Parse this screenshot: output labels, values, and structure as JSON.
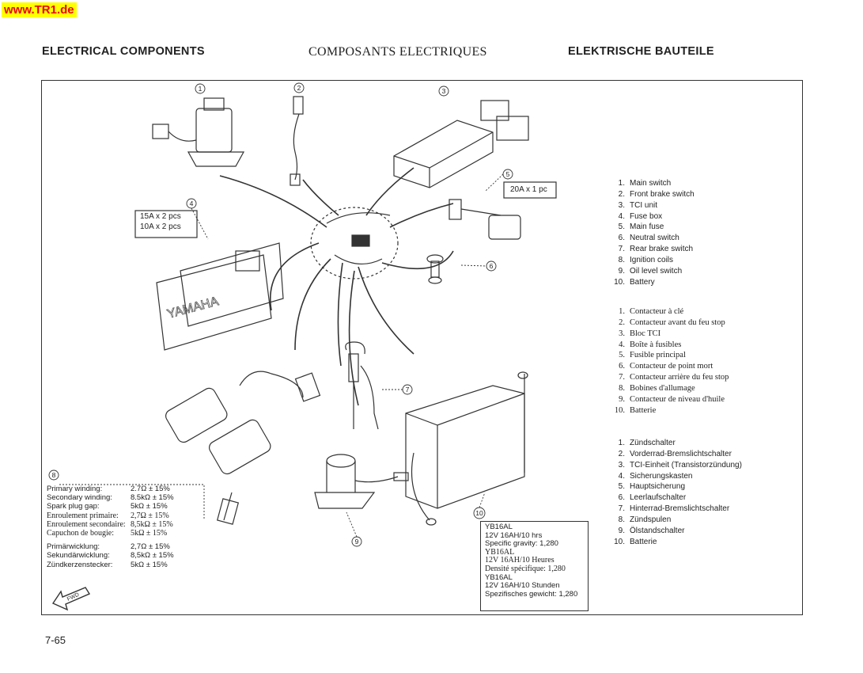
{
  "watermark": "www.TR1.de",
  "header": {
    "en": "ELECTRICAL COMPONENTS",
    "fr": "COMPOSANTS ELECTRIQUES",
    "de": "ELEKTRISCHE BAUTEILE"
  },
  "page_number": "7-65",
  "fuse_box_label": [
    "15A x 2 pcs",
    "10A x 2 pcs"
  ],
  "main_fuse_label": "20A x 1 pc",
  "fwd_label": "FWD",
  "callouts": [
    "1",
    "2",
    "3",
    "4",
    "5",
    "6",
    "7",
    "8",
    "9",
    "10"
  ],
  "legend_en": [
    {
      "n": "1.",
      "t": "Main switch"
    },
    {
      "n": "2.",
      "t": "Front brake switch"
    },
    {
      "n": "3.",
      "t": "TCI unit"
    },
    {
      "n": "4.",
      "t": "Fuse box"
    },
    {
      "n": "5.",
      "t": "Main fuse"
    },
    {
      "n": "6.",
      "t": "Neutral switch"
    },
    {
      "n": "7.",
      "t": "Rear brake switch"
    },
    {
      "n": "8.",
      "t": "Ignition coils"
    },
    {
      "n": "9.",
      "t": "Oil level switch"
    },
    {
      "n": "10.",
      "t": "Battery"
    }
  ],
  "legend_fr": [
    {
      "n": "1.",
      "t": "Contacteur à clé"
    },
    {
      "n": "2.",
      "t": "Contacteur avant du feu stop"
    },
    {
      "n": "3.",
      "t": "Bloc TCI"
    },
    {
      "n": "4.",
      "t": "Boîte à fusibles"
    },
    {
      "n": "5.",
      "t": "Fusible principal"
    },
    {
      "n": "6.",
      "t": "Contacteur de point mort"
    },
    {
      "n": "7.",
      "t": "Contacteur arrière du feu stop"
    },
    {
      "n": "8.",
      "t": "Bobines d'allumage"
    },
    {
      "n": "9.",
      "t": "Contacteur de niveau d'huile"
    },
    {
      "n": "10.",
      "t": "Batterie"
    }
  ],
  "legend_de": [
    {
      "n": "1.",
      "t": "Zündschalter"
    },
    {
      "n": "2.",
      "t": "Vorderrad-Bremslichtschalter"
    },
    {
      "n": "3.",
      "t": "TCI-Einheit (Transistorzündung)"
    },
    {
      "n": "4.",
      "t": "Sicherungskasten"
    },
    {
      "n": "5.",
      "t": "Hauptsicherung"
    },
    {
      "n": "6.",
      "t": "Leerlaufschalter"
    },
    {
      "n": "7.",
      "t": "Hinterrad-Bremslichtschalter"
    },
    {
      "n": "8.",
      "t": "Zündspulen"
    },
    {
      "n": "9.",
      "t": "Ölstandschalter"
    },
    {
      "n": "10.",
      "t": "Batterie"
    }
  ],
  "coil_spec": {
    "en": [
      {
        "k": "Primary winding:",
        "v": "2.7Ω ± 15%"
      },
      {
        "k": "Secondary winding:",
        "v": "8.5kΩ ± 15%"
      },
      {
        "k": "Spark plug gap:",
        "v": "5kΩ ± 15%"
      }
    ],
    "fr": [
      {
        "k": "Enroulement primaire:",
        "v": "2,7Ω ± 15%"
      },
      {
        "k": "Enroulement secondaire:",
        "v": "8,5kΩ ± 15%"
      },
      {
        "k": "Capuchon de bougie:",
        "v": "5kΩ ± 15%"
      }
    ],
    "de": [
      {
        "k": "Primärwicklung:",
        "v": "2,7Ω ± 15%"
      },
      {
        "k": "Sekundärwicklung:",
        "v": "8,5kΩ ± 15%"
      },
      {
        "k": "Zündkerzenstecker:",
        "v": "5kΩ ± 15%"
      }
    ]
  },
  "battery_spec": {
    "en": [
      "YB16AL",
      "12V 16AH/10 hrs",
      "Specific gravity:  1,280"
    ],
    "fr": [
      "YB16AL",
      "12V 16AH/10 Heures",
      "Densité spécifique:  1,280"
    ],
    "de": [
      "YB16AL",
      "12V 16AH/10 Stunden",
      "Spezifisches gewicht: 1,280"
    ]
  }
}
